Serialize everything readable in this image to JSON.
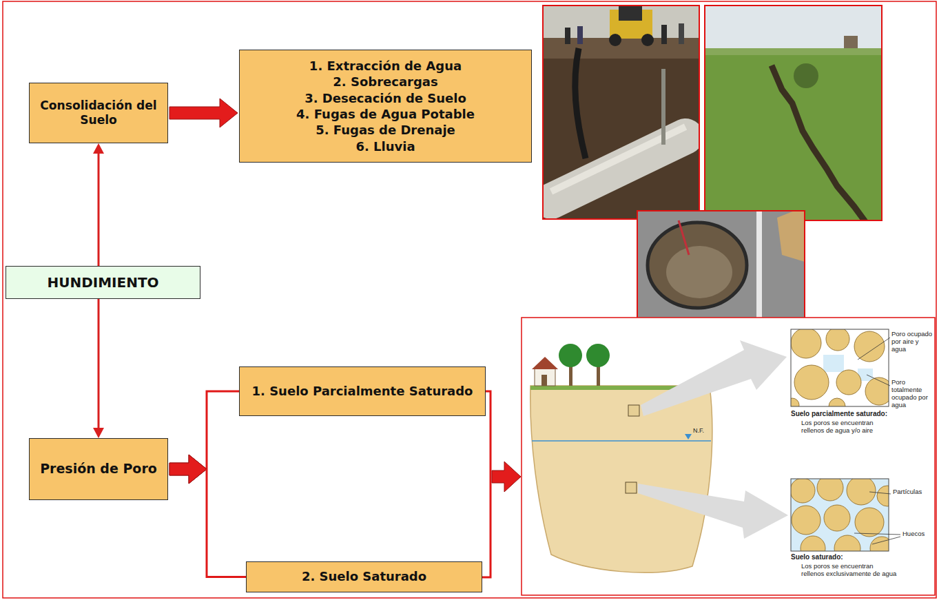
{
  "diagram": {
    "nodes": [
      {
        "text": [
          "Consolidación del Suelo"
        ]
      },
      {
        "text": [
          "1. Extracción de Agua",
          "2. Sobrecargas",
          "3. Desecación de Suelo",
          "4. Fugas de Agua Potable",
          "5. Fugas de Drenaje",
          "6. Lluvia"
        ]
      },
      {
        "text": [
          "HUNDIMIENTO"
        ]
      },
      {
        "text": [
          "Presión de Poro"
        ]
      },
      {
        "text": [
          "1. Suelo Parcialmente Saturado"
        ]
      },
      {
        "text": [
          "2. Suelo Saturado"
        ]
      }
    ],
    "edges": [
      {
        "from": 0,
        "to": 1,
        "arrow": "to"
      },
      {
        "from": 2,
        "to": 0,
        "arrow": "to"
      },
      {
        "from": 2,
        "to": 3,
        "arrow": "to"
      },
      {
        "from": 3,
        "to": 4,
        "arrow": "to"
      },
      {
        "from": 3,
        "to": 5,
        "arrow": "to"
      }
    ],
    "labels": [
      "Poro ocupado por aire y agua",
      "Poro totalmente ocupado por agua",
      "Suelo parcialmente saturado:",
      "Los poros se encuentran rellenos de agua y/o aire",
      "Partículas",
      "Huecos",
      "Suelo saturado:",
      "Los poros se encuentran rellenos exclusivamente de agua",
      "N.F."
    ]
  }
}
